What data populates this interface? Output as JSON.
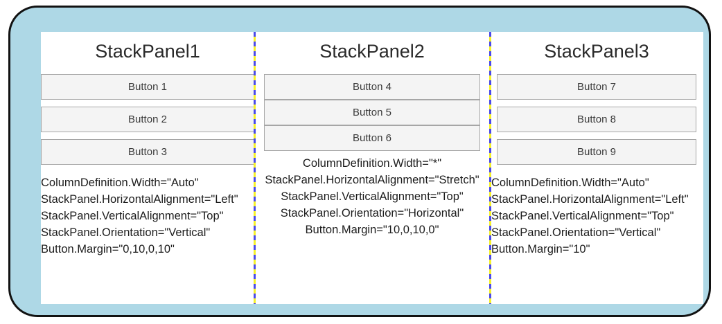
{
  "frame": {
    "border_color": "#121212",
    "fill_color": "#aed8e6",
    "surface_color": "#ffffff"
  },
  "divider": {
    "color_primary": "#4a4ae8",
    "color_secondary": "#f5f02a",
    "style": "dashed-vertical"
  },
  "columns": [
    {
      "id": "stackpanel1",
      "title": "StackPanel1",
      "buttons": [
        "Button 1",
        "Button 2",
        "Button 3"
      ],
      "annotation": [
        "ColumnDefinition.Width=\"Auto\"",
        "StackPanel.HorizontalAlignment=\"Left\"",
        "StackPanel.VerticalAlignment=\"Top\"",
        "StackPanel.Orientation=\"Vertical\"",
        "Button.Margin=\"0,10,0,10\""
      ]
    },
    {
      "id": "stackpanel2",
      "title": "StackPanel2",
      "buttons": [
        "Button 4",
        "Button 5",
        "Button 6"
      ],
      "annotation": [
        "ColumnDefinition.Width=\"*\"",
        "StackPanel.HorizontalAlignment=\"Stretch\"",
        "StackPanel.VerticalAlignment=\"Top\"",
        "StackPanel.Orientation=\"Horizontal\"",
        "Button.Margin=\"10,0,10,0\""
      ]
    },
    {
      "id": "stackpanel3",
      "title": "StackPanel3",
      "buttons": [
        "Button 7",
        "Button 8",
        "Button 9"
      ],
      "annotation": [
        "ColumnDefinition.Width=\"Auto\"",
        "StackPanel.HorizontalAlignment=\"Left\"",
        "StackPanel.VerticalAlignment=\"Top\"",
        "StackPanel.Orientation=\"Vertical\"",
        "Button.Margin=\"10\""
      ]
    }
  ]
}
